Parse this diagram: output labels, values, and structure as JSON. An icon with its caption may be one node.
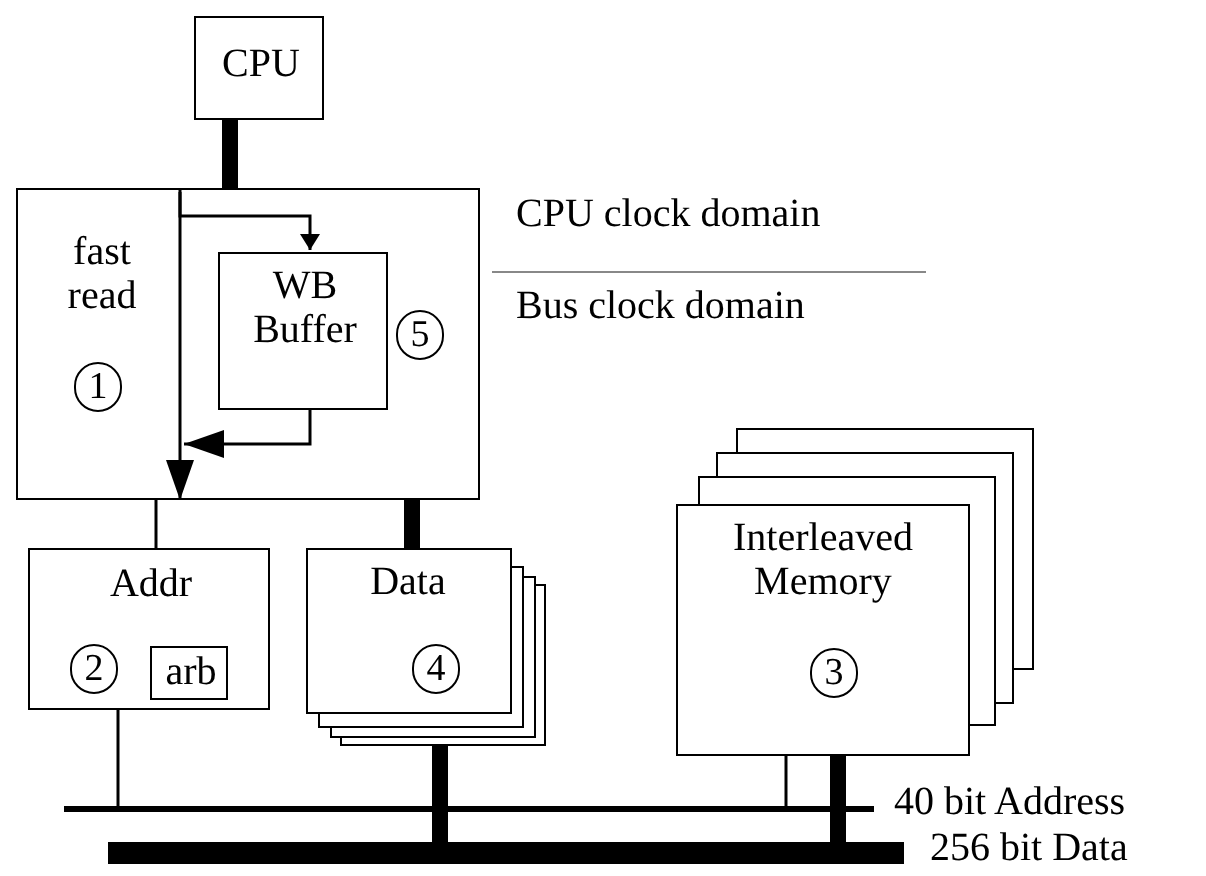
{
  "diagram": {
    "nodes": [
      {
        "text": [
          "CPU"
        ]
      },
      {
        "text": [
          "fast read",
          "1"
        ]
      },
      {
        "text": [
          "WB Buffer"
        ],
        "in": 1,
        "beside": [
          "5"
        ]
      },
      {
        "text": [
          "Addr",
          "2"
        ]
      },
      {
        "text": [
          "arb"
        ],
        "in": 3
      },
      {
        "text": [
          "Data",
          "4"
        ]
      },
      {
        "text": [
          "Interleaved Memory",
          "3"
        ]
      },
      {
        "text": [],
        "shape": "bar",
        "beside": [
          "40 bit Address"
        ]
      },
      {
        "text": [],
        "shape": "bar",
        "beside": [
          "256 bit Data"
        ]
      }
    ],
    "edges": [
      {
        "from": 0,
        "to": 1,
        "arrow": "none",
        "style": "thick"
      },
      {
        "from": null,
        "to": 1,
        "arrow": "to"
      },
      {
        "from": 1,
        "to": 2,
        "arrow": "to"
      },
      {
        "from": 2,
        "to": null,
        "arrow": "to"
      },
      {
        "from": 1,
        "to": 3,
        "arrow": "none"
      },
      {
        "from": 1,
        "to": 5,
        "arrow": "none",
        "style": "thick"
      },
      {
        "from": 3,
        "to": 7,
        "arrow": "none"
      },
      {
        "from": 5,
        "to": 8,
        "arrow": "none",
        "style": "thick"
      },
      {
        "from": 6,
        "to": 7,
        "arrow": "none"
      },
      {
        "from": 6,
        "to": 8,
        "arrow": "none",
        "style": "thick"
      }
    ],
    "labels": [
      "CPU clock domain",
      "Bus clock domain"
    ]
  }
}
